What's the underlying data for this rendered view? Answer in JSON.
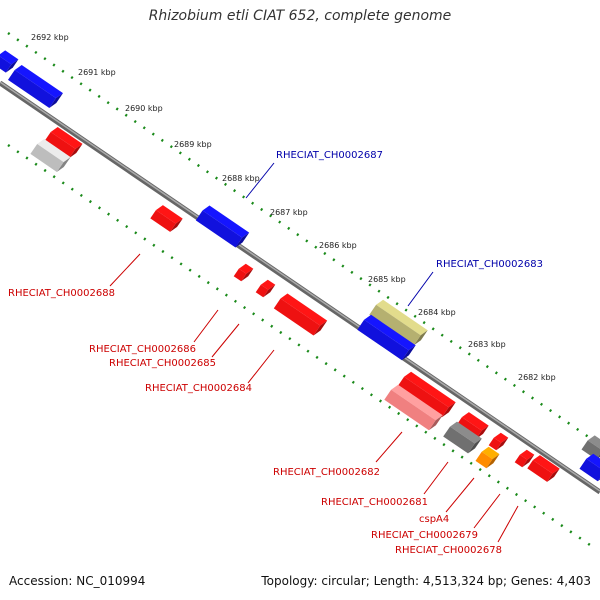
{
  "title": "Rhizobium etli CIAT 652, complete genome",
  "footer": {
    "accession": "Accession: NC_010994",
    "topology": "Topology: circular; Length: 4,513,324 bp; Genes: 4,403"
  },
  "scale_ticks": [
    "2692 kbp",
    "2691 kbp",
    "2690 kbp",
    "2689 kbp",
    "2688 kbp",
    "2687 kbp",
    "2686 kbp",
    "2685 kbp",
    "2684 kbp",
    "2683 kbp",
    "2682 kbp"
  ],
  "gene_labels_top": [
    "RHECIAT_CH0002687",
    "RHECIAT_CH0002683"
  ],
  "gene_labels_bottom": [
    "RHECIAT_CH0002688",
    "RHECIAT_CH0002686",
    "RHECIAT_CH0002685",
    "RHECIAT_CH0002684",
    "RHECIAT_CH0002682",
    "RHECIAT_CH0002681",
    "cspA4",
    "RHECIAT_CH0002679",
    "RHECIAT_CH0002678"
  ],
  "colors": {
    "backbone": "#888888",
    "scale_dots": "#1a8a1a",
    "forward_gene": "#1111dd",
    "reverse_gene": "#ee1111",
    "label_top": "#0000aa",
    "label_bottom": "#cc0000"
  }
}
